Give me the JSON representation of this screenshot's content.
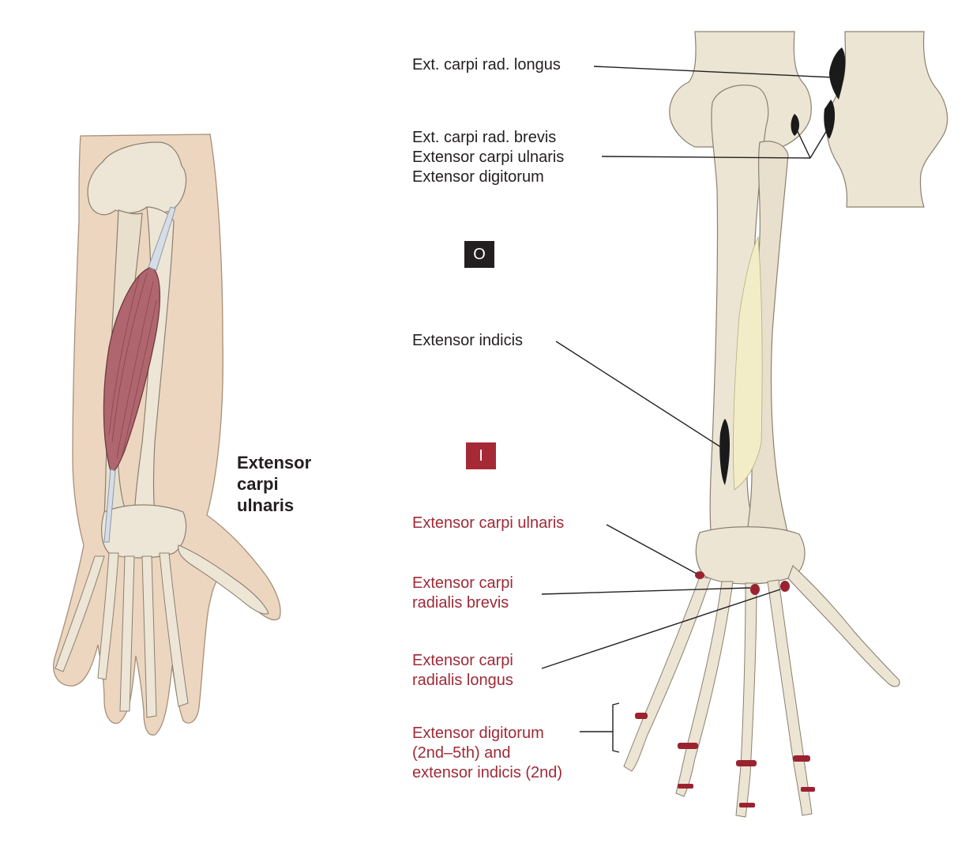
{
  "muscle_title": [
    "Extensor",
    "carpi",
    "ulnaris"
  ],
  "origin_badge": "O",
  "insertion_badge": "I",
  "origin_labels": [
    "Ext. carpi rad. longus",
    "Ext. carpi rad. brevis",
    "Extensor carpi ulnaris",
    "Extensor digitorum",
    "Extensor indicis"
  ],
  "insertion_labels": [
    "Extensor carpi ulnaris",
    "Extensor carpi",
    "radialis brevis",
    "Extensor carpi",
    "radialis longus",
    "Extensor digitorum",
    "(2nd–5th) and",
    "extensor indicis (2nd)"
  ],
  "colors": {
    "origin_badge": "#231f20",
    "insertion_badge": "#a52a36",
    "insertion_text": "#9e2a37",
    "bone": "#ece5d4",
    "skin": "#ecd6bf",
    "muscle": "#b0666e",
    "origin_mark": "#1a1a1a",
    "insertion_mark": "#9b2330"
  }
}
